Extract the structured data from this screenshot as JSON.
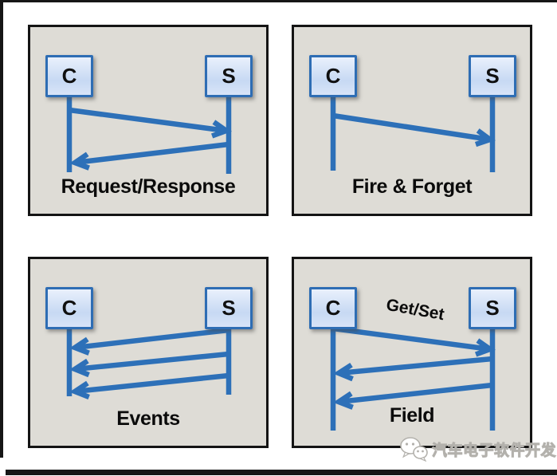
{
  "colors": {
    "panel_bg": "#dedcd6",
    "panel_border": "#141414",
    "box_border": "#2e6db4",
    "box_fill_top": "#e9f0fc",
    "box_fill_bottom": "#c7d9f3",
    "arrow": "#2d70b8",
    "text": "#0b0b0b",
    "watermark": "#b3b1ac"
  },
  "panels": [
    {
      "id": "request-response",
      "caption": "Request/Response",
      "client_label": "C",
      "server_label": "S",
      "messages": [
        {
          "from": "C",
          "to": "S"
        },
        {
          "from": "S",
          "to": "C"
        }
      ]
    },
    {
      "id": "fire-forget",
      "caption": "Fire & Forget",
      "client_label": "C",
      "server_label": "S",
      "messages": [
        {
          "from": "C",
          "to": "S"
        }
      ]
    },
    {
      "id": "events",
      "caption": "Events",
      "client_label": "C",
      "server_label": "S",
      "messages": [
        {
          "from": "S",
          "to": "C"
        },
        {
          "from": "S",
          "to": "C"
        },
        {
          "from": "S",
          "to": "C"
        }
      ]
    },
    {
      "id": "field",
      "caption": "Field",
      "inline_label": "Get/Set",
      "client_label": "C",
      "server_label": "S",
      "messages": [
        {
          "from": "C",
          "to": "S"
        },
        {
          "from": "S",
          "to": "C"
        },
        {
          "from": "S",
          "to": "C"
        }
      ]
    }
  ],
  "watermark": {
    "icon": "wechat-icon",
    "text": "汽车电子软件开发"
  }
}
